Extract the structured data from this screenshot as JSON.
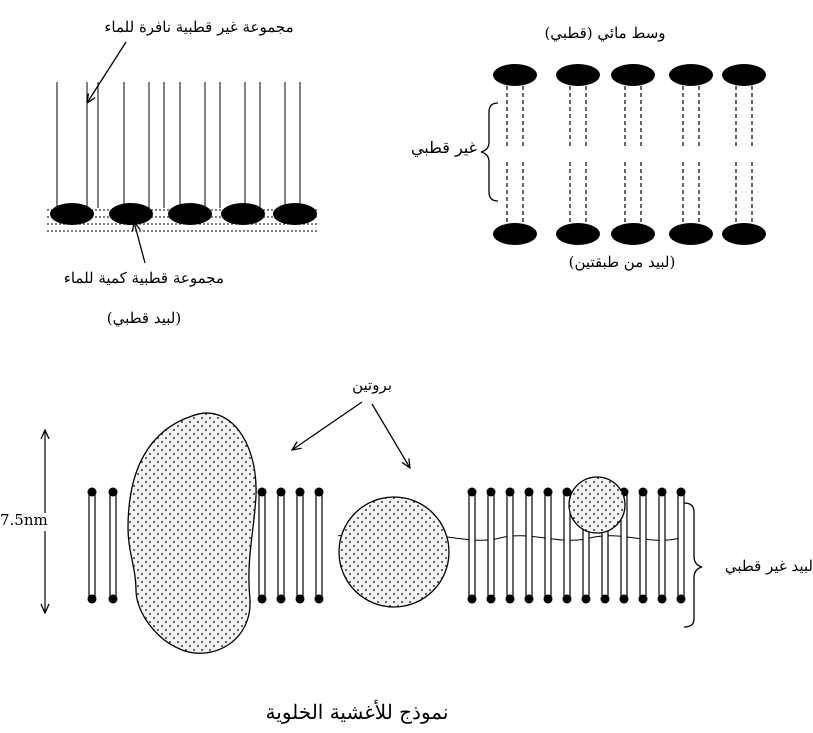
{
  "colors": {
    "ink": "#000000",
    "background": "#ffffff",
    "protein_fill": "#f4f4f4"
  },
  "monolayer": {
    "nonpolar_group_label": "مجموعة غير قطبية نافرة للماء",
    "polar_group_label": "مجموعة قطبية كمية للماء",
    "caption": "(لبيد قطبي)"
  },
  "bilayer": {
    "medium_label": "وسط مائي (قطبي)",
    "nonpolar_label": "غير قطبي",
    "caption": "(لبيد من طبقتين)"
  },
  "membrane": {
    "protein_label": "بروتين",
    "thickness_label": "7.5nm",
    "lipid_label": "لبيد غير قطبي"
  },
  "figure_title": "نموذج للأغشية الخلوية"
}
